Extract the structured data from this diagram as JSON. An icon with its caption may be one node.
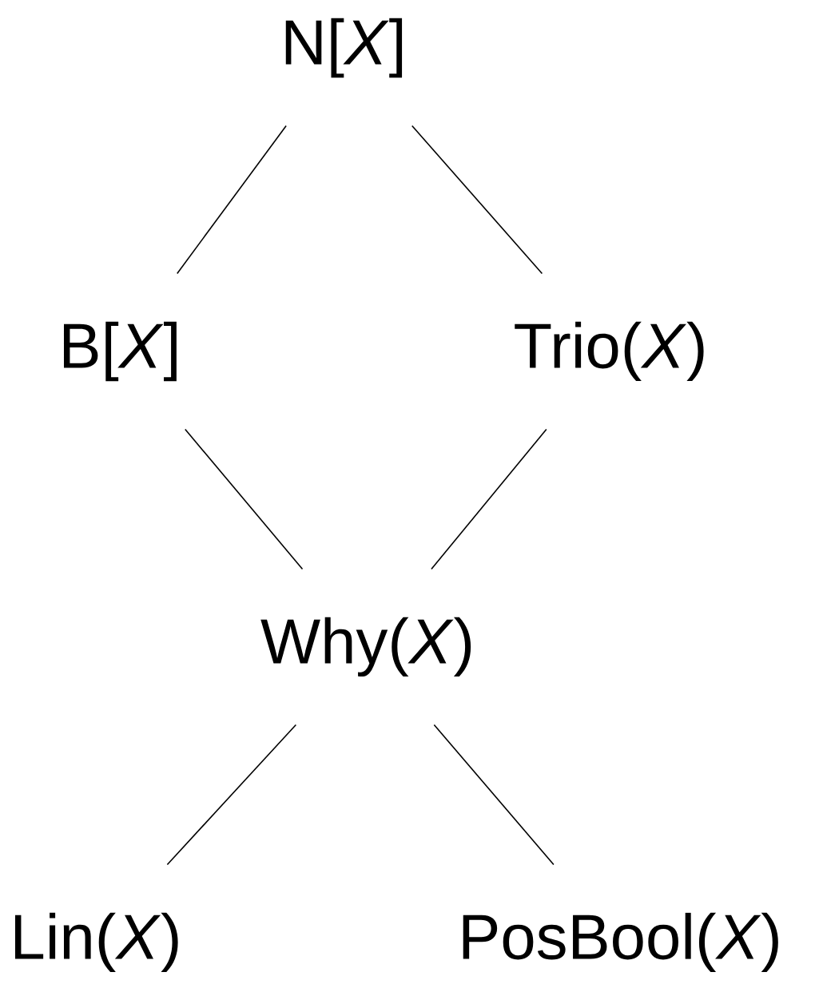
{
  "diagram": {
    "nodes": [
      {
        "text": [
          "N[*X*]"
        ]
      },
      {
        "text": [
          "B[*X*]"
        ]
      },
      {
        "text": [
          "Trio(*X*)"
        ]
      },
      {
        "text": [
          "Why(*X*)"
        ]
      },
      {
        "text": [
          "Lin(*X*)"
        ]
      },
      {
        "text": [
          "PosBool(*X*)"
        ]
      }
    ],
    "edges": [
      {
        "from": 0,
        "to": 1,
        "arrow": "none"
      },
      {
        "from": 0,
        "to": 2,
        "arrow": "none"
      },
      {
        "from": 1,
        "to": 3,
        "arrow": "none"
      },
      {
        "from": 2,
        "to": 3,
        "arrow": "none"
      },
      {
        "from": 3,
        "to": 4,
        "arrow": "none"
      },
      {
        "from": 3,
        "to": 5,
        "arrow": "none"
      }
    ]
  }
}
